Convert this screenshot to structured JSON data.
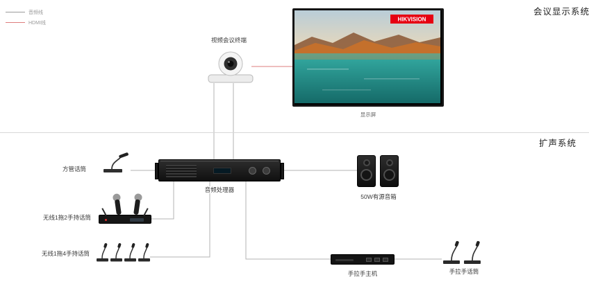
{
  "sections": {
    "display_system": "会议显示系统",
    "sound_system": "扩声系统"
  },
  "legend": {
    "items": [
      {
        "label": "音频线",
        "type": "audio",
        "color": "#9a9a9a"
      },
      {
        "label": "HDMI线",
        "type": "hdmi",
        "color": "#dd7c7c"
      }
    ]
  },
  "nodes": {
    "camera": {
      "label": "视频会议终端"
    },
    "tv": {
      "label": "显示屏",
      "logo": "HIKVISION"
    },
    "processor": {
      "label": "音频处理器"
    },
    "square_mic": {
      "label": "方管话筒"
    },
    "wireless_1x2": {
      "label": "无线1拖2手持话筒"
    },
    "wireless_1x4": {
      "label": "无线1拖4手持话筒"
    },
    "speakers": {
      "label": "50W有源音箱"
    },
    "chain_host": {
      "label": "手拉手主机"
    },
    "chain_mic": {
      "label": "手拉手话筒"
    }
  },
  "edges": [
    {
      "from": "camera",
      "to": "tv",
      "type": "hdmi"
    },
    {
      "from": "camera",
      "to": "processor",
      "type": "audio"
    },
    {
      "from": "square_mic",
      "to": "processor",
      "type": "audio"
    },
    {
      "from": "wireless_1x2",
      "to": "processor",
      "type": "audio"
    },
    {
      "from": "wireless_1x4",
      "to": "processor",
      "type": "audio"
    },
    {
      "from": "processor",
      "to": "speakers",
      "type": "audio"
    },
    {
      "from": "processor",
      "to": "chain_host",
      "type": "audio"
    },
    {
      "from": "chain_host",
      "to": "chain_mic",
      "type": "audio"
    }
  ],
  "colors": {
    "audio_line": "#b3b3b3",
    "hdmi_line": "#dd7c7c",
    "hikvision_red": "#e60012",
    "divider": "#d8d8d8"
  }
}
